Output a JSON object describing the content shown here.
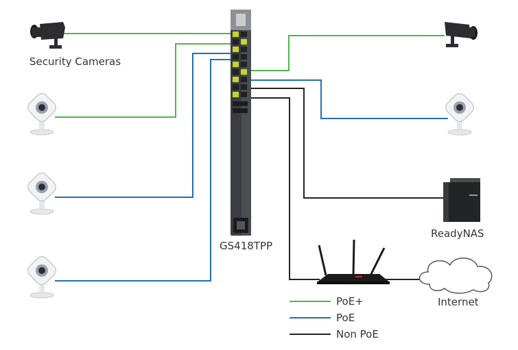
{
  "labels": {
    "security_cameras": "Security Cameras",
    "switch_model": "GS418TPP",
    "nas": "ReadyNAS",
    "internet": "Internet"
  },
  "legend": [
    {
      "label": "PoE+",
      "color": "#4cb848"
    },
    {
      "label": "PoE",
      "color": "#1f6fb5"
    },
    {
      "label": "Non PoE",
      "color": "#222222"
    }
  ],
  "colors": {
    "poe_plus": "#4cb848",
    "poe": "#1f6fb5",
    "non_poe": "#222222"
  }
}
